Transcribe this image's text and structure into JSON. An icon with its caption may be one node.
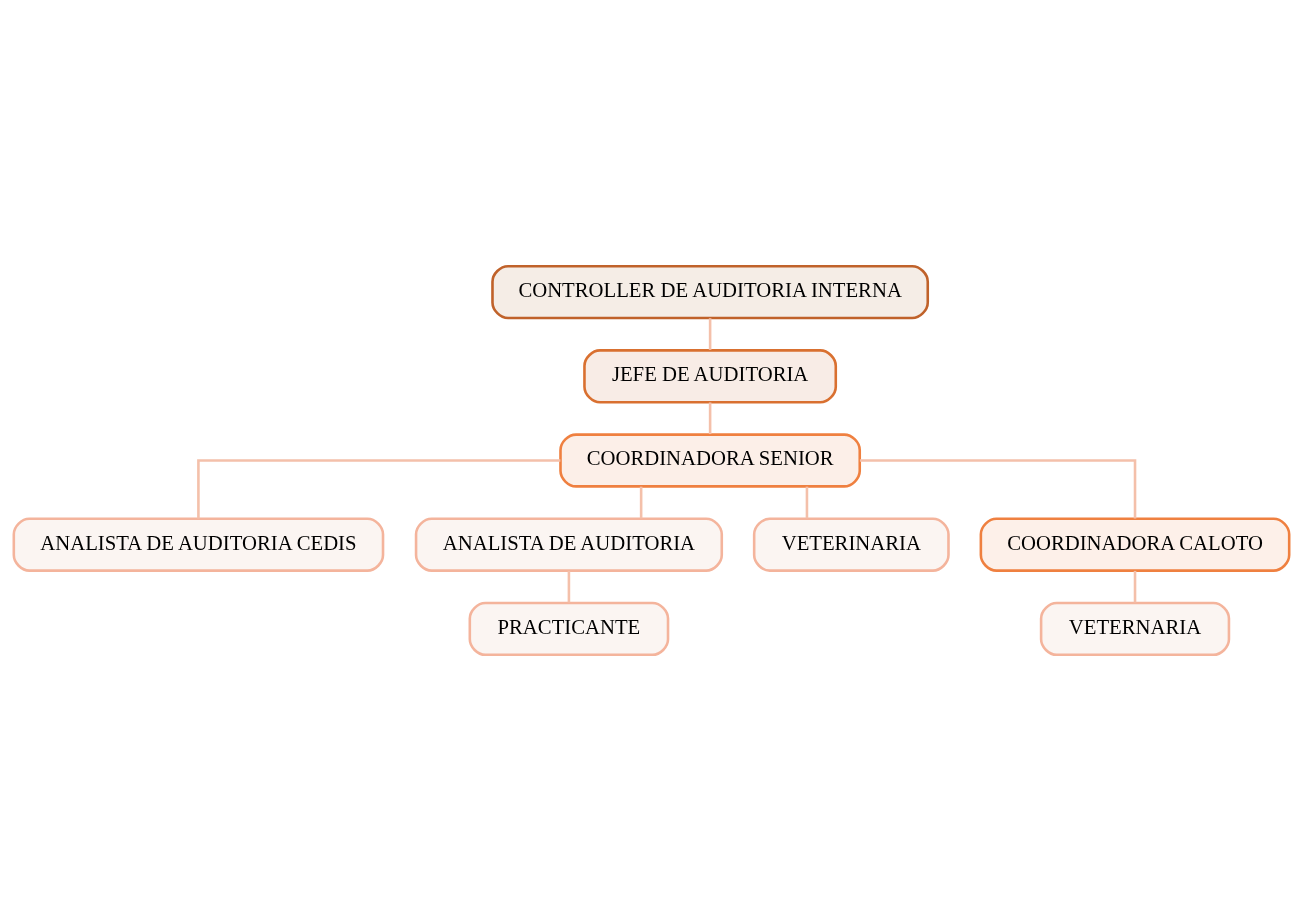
{
  "diagram": {
    "nodes": [
      {
        "text": [
          "CONTROLLER DE AUDITORIA INTERNA"
        ]
      },
      {
        "text": [
          "JEFE DE AUDITORIA"
        ]
      },
      {
        "text": [
          "COORDINADORA SENIOR"
        ]
      },
      {
        "text": [
          "ANALISTA DE AUDITORIA CEDIS"
        ]
      },
      {
        "text": [
          "ANALISTA DE AUDITORIA"
        ]
      },
      {
        "text": [
          "VETERINARIA"
        ]
      },
      {
        "text": [
          "COORDINADORA CALOTO"
        ]
      },
      {
        "text": [
          "PRACTICANTE"
        ]
      },
      {
        "text": [
          "VETERNARIA"
        ]
      }
    ],
    "edges": [
      {
        "from": 0,
        "to": 1,
        "arrow": "none"
      },
      {
        "from": 1,
        "to": 2,
        "arrow": "none"
      },
      {
        "from": 2,
        "to": 3,
        "arrow": "none"
      },
      {
        "from": 2,
        "to": 4,
        "arrow": "none"
      },
      {
        "from": 2,
        "to": 5,
        "arrow": "none"
      },
      {
        "from": 2,
        "to": 6,
        "arrow": "none"
      },
      {
        "from": 4,
        "to": 7,
        "arrow": "none"
      },
      {
        "from": 6,
        "to": 8,
        "arrow": "none"
      }
    ]
  }
}
